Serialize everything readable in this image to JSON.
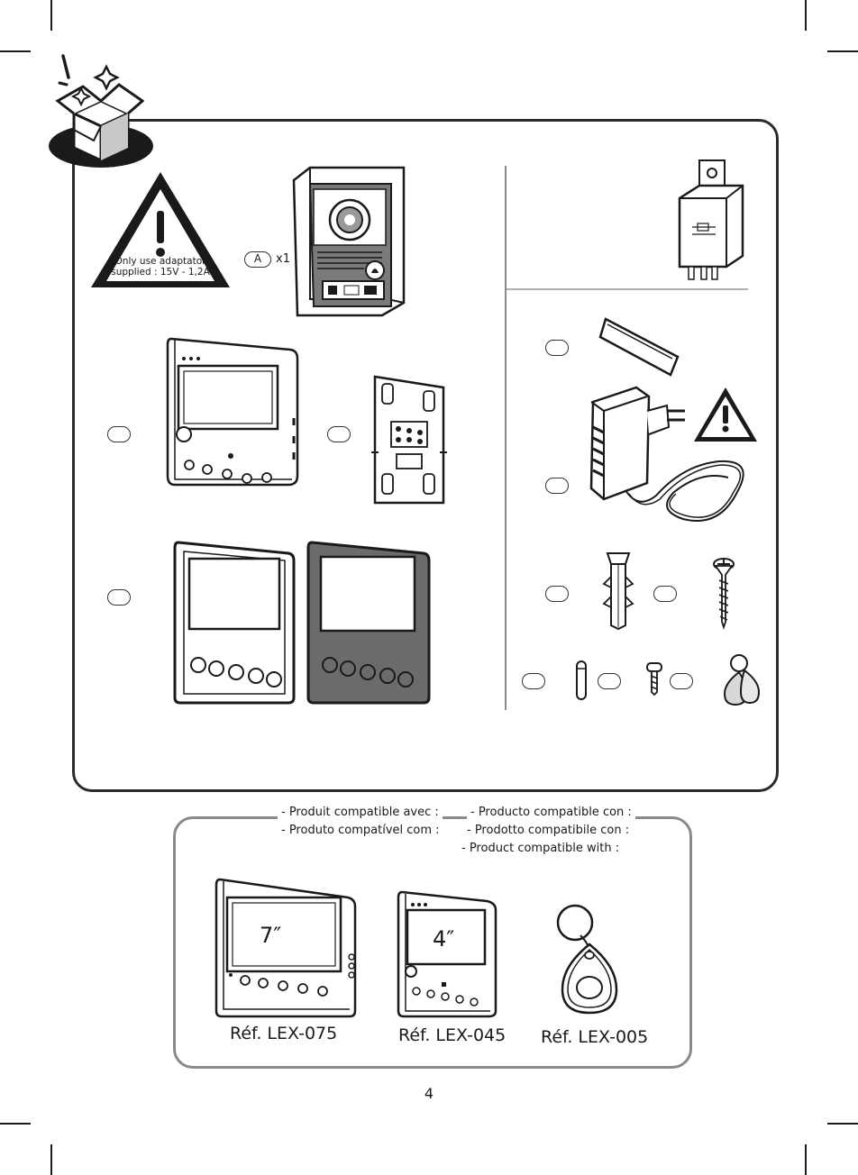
{
  "warning": {
    "line1": "Only use adaptator",
    "line2": "supplied  : 15V -  1,2A"
  },
  "items": {
    "door_unit_label": "A",
    "door_unit_qty": "x1"
  },
  "compat": {
    "fr": "- Produit compatible avec :",
    "es": "- Producto compatible con :",
    "pt": "- Produto compatível com :",
    "it": "- Prodotto compatibile con :",
    "en": "- Product compatible with :",
    "products": [
      {
        "size": "7″",
        "ref": "Réf. LEX-075"
      },
      {
        "size": "4″",
        "ref": "Réf. LEX-045"
      },
      {
        "size": "",
        "ref": "Réf. LEX-005"
      }
    ]
  },
  "page_number": "4",
  "colors": {
    "line": "#1a1a1a",
    "box_border": "#2b2b2b",
    "compat_border": "#8a8a8a",
    "dark_panel": "#6b6b6b"
  }
}
